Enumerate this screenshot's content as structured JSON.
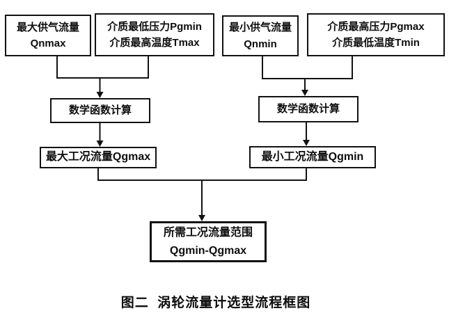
{
  "diagram": {
    "title_caption": "图二  涡轮流量计选型流程框图",
    "boxes": {
      "qnmax": {
        "line1": "最大供气流量",
        "line2": "Qnmax"
      },
      "pgmin_tmax": {
        "line1": "介质最低压力Pgmin",
        "line2": "介质最高温度Tmax"
      },
      "qnmin": {
        "line1": "最小供气流量",
        "line2": "Qnmin"
      },
      "pgmax_tmin": {
        "line1": "介质最高压力Pgmax",
        "line2": "介质最低温度Tmin"
      },
      "calc_left": {
        "label": "数学函数计算"
      },
      "calc_right": {
        "label": "数学函数计算"
      },
      "qgmax": {
        "label": "最大工况流量Qgmax"
      },
      "qgmin": {
        "label": "最小工况流量Qgmin"
      },
      "result": {
        "line1": "所需工况流量范围",
        "line2": "Qgmin-Qgmax"
      }
    },
    "colors": {
      "line": "#121212",
      "background": "#ffffff",
      "text": "#0d0d0d"
    }
  }
}
